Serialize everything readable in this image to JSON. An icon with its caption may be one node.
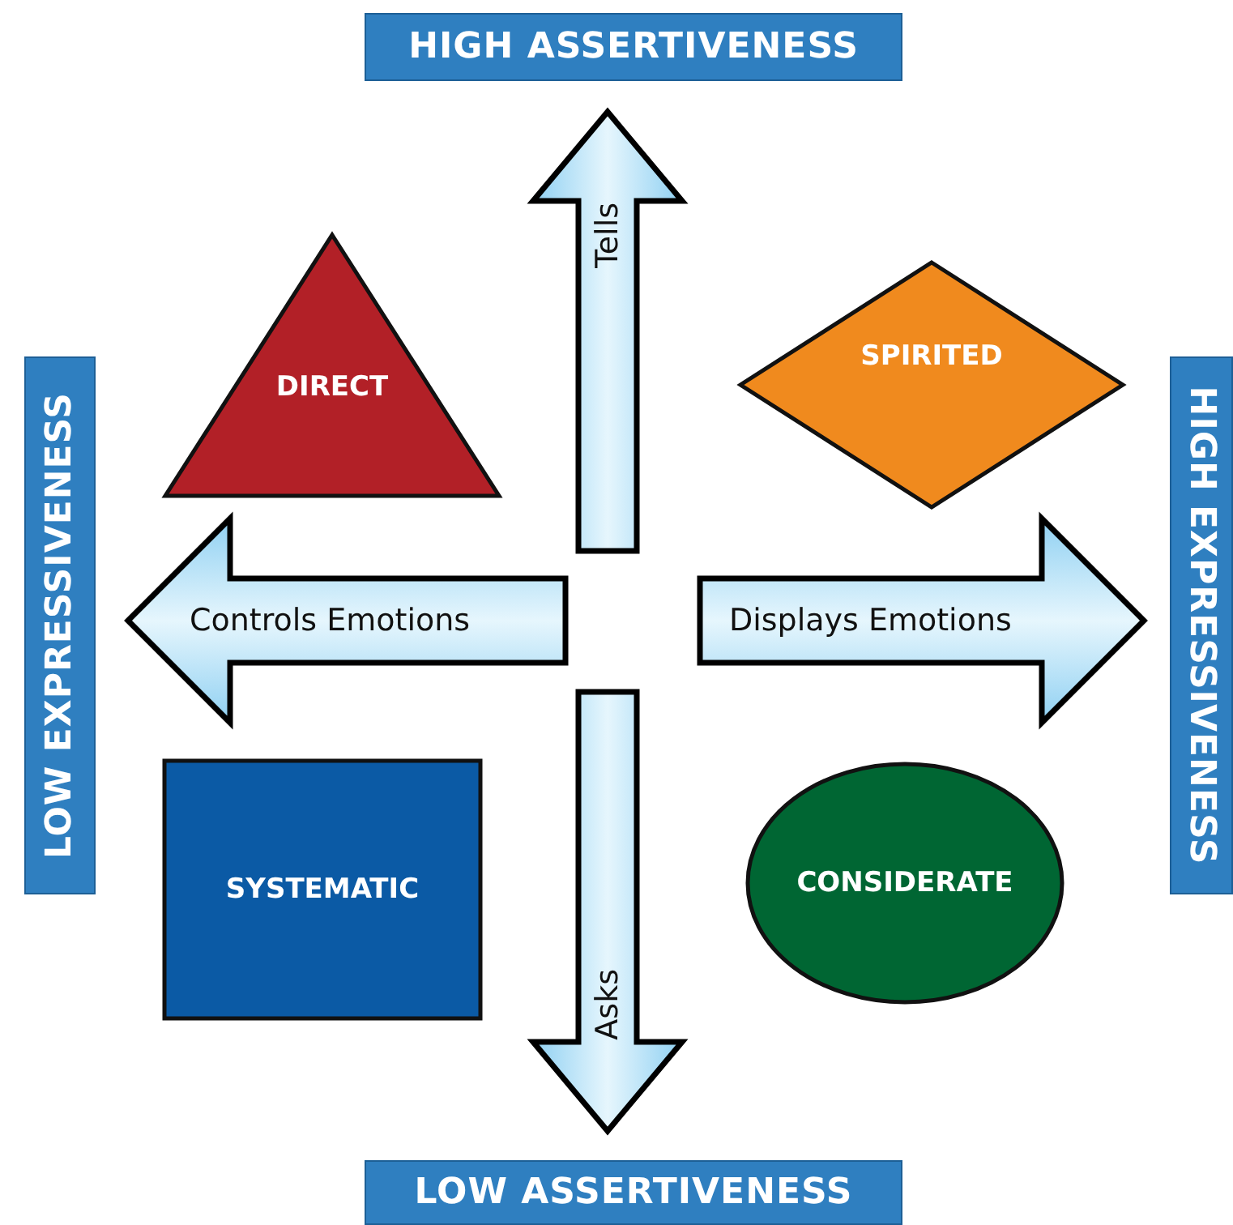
{
  "diagram": {
    "nodes": [
      {
        "text": [
          "HIGH ASSERTIVENESS"
        ]
      },
      {
        "text": [
          "LOW EXPRESSIVENESS"
        ]
      },
      {
        "text": [
          "DIRECT"
        ]
      },
      {
        "text": [
          "Tells"
        ]
      },
      {
        "text": [
          "SPIRITED"
        ]
      },
      {
        "text": [
          "HIGH EXPRESSIVENESS"
        ]
      },
      {
        "text": [
          "Controls Emotions"
        ]
      },
      {
        "text": [
          "Displays Emotions"
        ]
      },
      {
        "text": [
          "SYSTEMATIC"
        ]
      },
      {
        "text": [
          "Asks"
        ]
      },
      {
        "text": [
          "CONSIDERATE"
        ]
      },
      {
        "text": [
          "LOW ASSERTIVENESS"
        ]
      }
    ]
  }
}
